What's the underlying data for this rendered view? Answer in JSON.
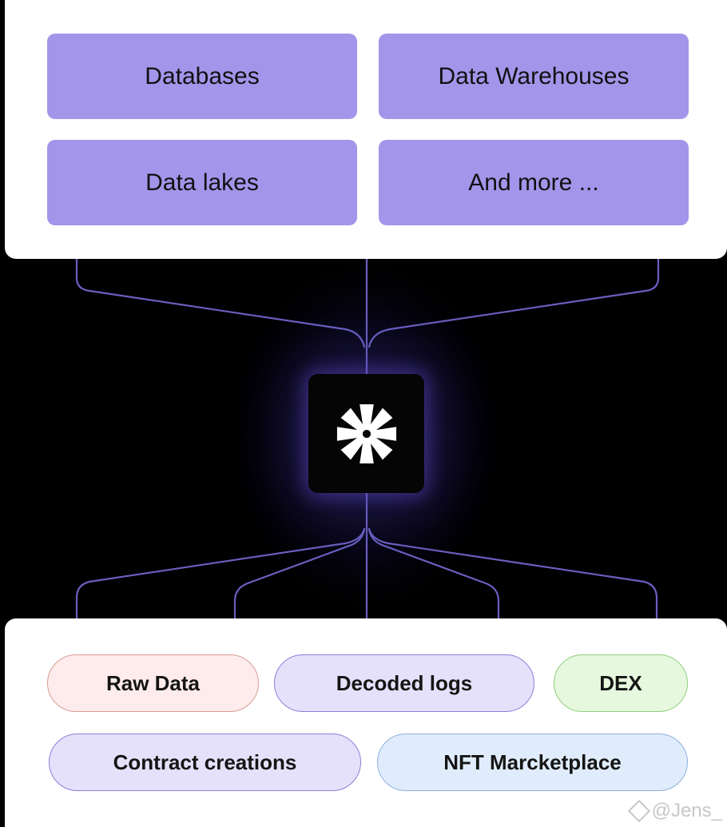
{
  "destinations": [
    {
      "label": "Databases"
    },
    {
      "label": "Data Warehouses"
    },
    {
      "label": "Data lakes"
    },
    {
      "label": "And more ..."
    }
  ],
  "hub": {
    "icon": "asterisk-logo-icon"
  },
  "sources": [
    {
      "label": "Raw Data",
      "fill": "#fdeceb",
      "border": "#d99b95"
    },
    {
      "label": "Decoded logs",
      "fill": "#e6e1fb",
      "border": "#8d7fd8"
    },
    {
      "label": "DEX",
      "fill": "#e6f8de",
      "border": "#8fcf7e"
    },
    {
      "label": "Contract creations",
      "fill": "#e6e1fb",
      "border": "#8d7fd8"
    },
    {
      "label": "NFT Marcketplace",
      "fill": "#e0ecfb",
      "border": "#8eb1e0"
    }
  ],
  "colors": {
    "destination_fill": "#a395ea",
    "connector": "#6a5fc0",
    "background": "#000000"
  },
  "watermark": {
    "text": "@Jens_"
  }
}
